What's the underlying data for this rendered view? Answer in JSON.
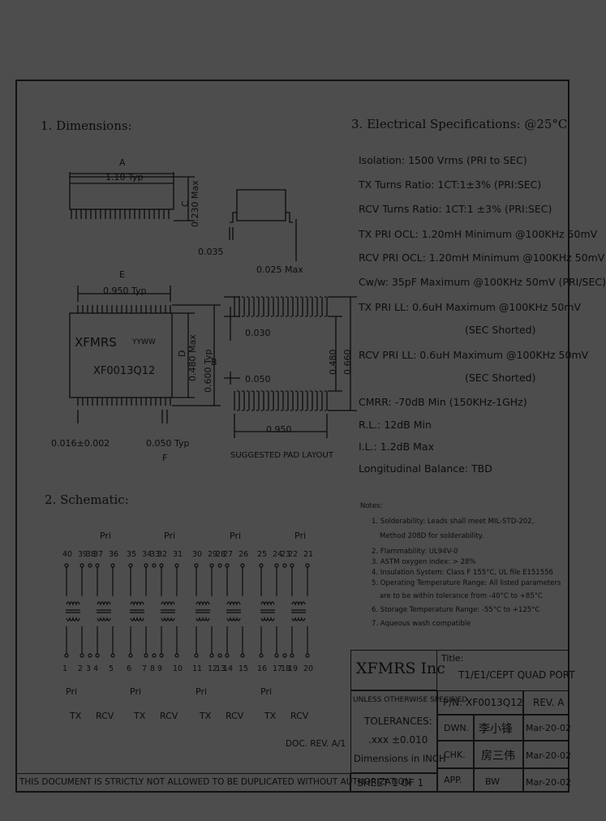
{
  "sections": {
    "dimensions_title": "1. Dimensions:",
    "electrical_title": "3. Electrical   Specifications: @25°C",
    "schematic_title": "2. Schematic:"
  },
  "dims": {
    "a_label": "A",
    "a_value": "1.10 Typ",
    "c_label": "C",
    "c_value": "0.230 Max",
    "d035": "0.035",
    "d025": "0.025 Max",
    "e_label": "E",
    "e_value": "0.950 Typ",
    "chip_brand": "XFMRS",
    "chip_date": "YYWW",
    "chip_part": "XF0013Q12",
    "d_label": "D",
    "d_value": "0.480 Max",
    "b_label": "B",
    "b_value": "0.600 Typ",
    "lead_w": "0.016±0.002",
    "f_value": "0.050 Typ",
    "f_label": "F",
    "pad_030": "0.030",
    "pad_050": "0.050",
    "pad_480": "0.480",
    "pad_660": "0.660",
    "pad_950": "0.950",
    "pad_caption": "SUGGESTED PAD LAYOUT"
  },
  "specs": [
    "Isolation: 1500 Vrms (PRI to SEC)",
    "TX Turns Ratio: 1CT:1±3% (PRI:SEC)",
    "RCV Turns Ratio: 1CT:1 ±3% (PRI:SEC)",
    "TX PRI OCL: 1.20mH Minimum @100KHz 50mV",
    "RCV PRI OCL: 1.20mH Minimum @100KHz 50mV",
    "Cw/w: 35pF Maximum @100KHz 50mV (PRI/SEC)",
    "TX PRI LL: 0.6uH Maximum @100KHz 50mV",
    "(SEC Shorted)",
    "RCV PRI LL: 0.6uH Maximum @100KHz 50mV",
    "(SEC Shorted)",
    "CMRR: -70dB Min (150KHz-1GHz)",
    "R.L.: 12dB Min",
    "I.L.: 1.2dB Max",
    "Longitudinal Balance: TBD"
  ],
  "notes": {
    "title": "Notes:",
    "items": [
      "1. Solderability: Leads shall meet MIL-STD-202,",
      "Method 208D for solderability.",
      "2. Flammability: UL94V-0",
      "3. ASTM oxygen index: > 28%",
      "4. Insulation System: Class F 155°C, UL file E151556",
      "5. Operating Temperature Range: All listed parameters",
      "are to be within tolerance from -40°C to +85°C",
      "6. Storage Temperature Range: -55°C to +125°C",
      "7. Aqueous wash compatible"
    ]
  },
  "schematic": {
    "groups": [
      {
        "pri": "Pri",
        "top": [
          "40",
          "39",
          "38",
          "37",
          "36"
        ],
        "bottom": [
          "1",
          "2",
          "3",
          "4",
          "5"
        ],
        "tx": "TX",
        "rcv": "RCV"
      },
      {
        "pri": "Pri",
        "top": [
          "35",
          "34",
          "33",
          "32",
          "31"
        ],
        "bottom": [
          "6",
          "7",
          "8",
          "9",
          "10"
        ],
        "tx": "TX",
        "rcv": "RCV"
      },
      {
        "pri": "Pri",
        "top": [
          "30",
          "29",
          "28",
          "27",
          "26"
        ],
        "bottom": [
          "11",
          "12",
          "13",
          "14",
          "15"
        ],
        "tx": "TX",
        "rcv": "RCV"
      },
      {
        "pri": "Pri",
        "top": [
          "25",
          "24",
          "23",
          "22",
          "21"
        ],
        "bottom": [
          "16",
          "17",
          "18",
          "19",
          "20"
        ],
        "tx": "TX",
        "rcv": "RCV"
      }
    ]
  },
  "doc_rev": "DOC. REV. A/1",
  "footer": "THIS DOCUMENT IS STRICTLY NOT ALLOWED TO BE DUPLICATED WITHOUT AUTHORIZATION",
  "title_block": {
    "company": "XFMRS Inc",
    "title_label": "Title:",
    "title": "T1/E1/CEPT QUAD PORT",
    "unless": "UNLESS OTHERWISE SPECIFIED",
    "tolerances": "TOLERANCES:",
    "tol_value": ".xxx ±0.010",
    "dimensions": "Dimensions in INCH",
    "sheet": "SHEET 1 OF 1",
    "pn": "P/N: XF0013Q12",
    "rev": "REV. A",
    "dwn_label": "DWN.",
    "dwn_sig": "李小锋",
    "dwn_date": "Mar-20-02",
    "chk_label": "CHK.",
    "chk_sig": "房三伟",
    "chk_date": "Mar-20-02",
    "app_label": "APP.",
    "app_sig": "BW",
    "app_date": "Mar-20-02"
  }
}
